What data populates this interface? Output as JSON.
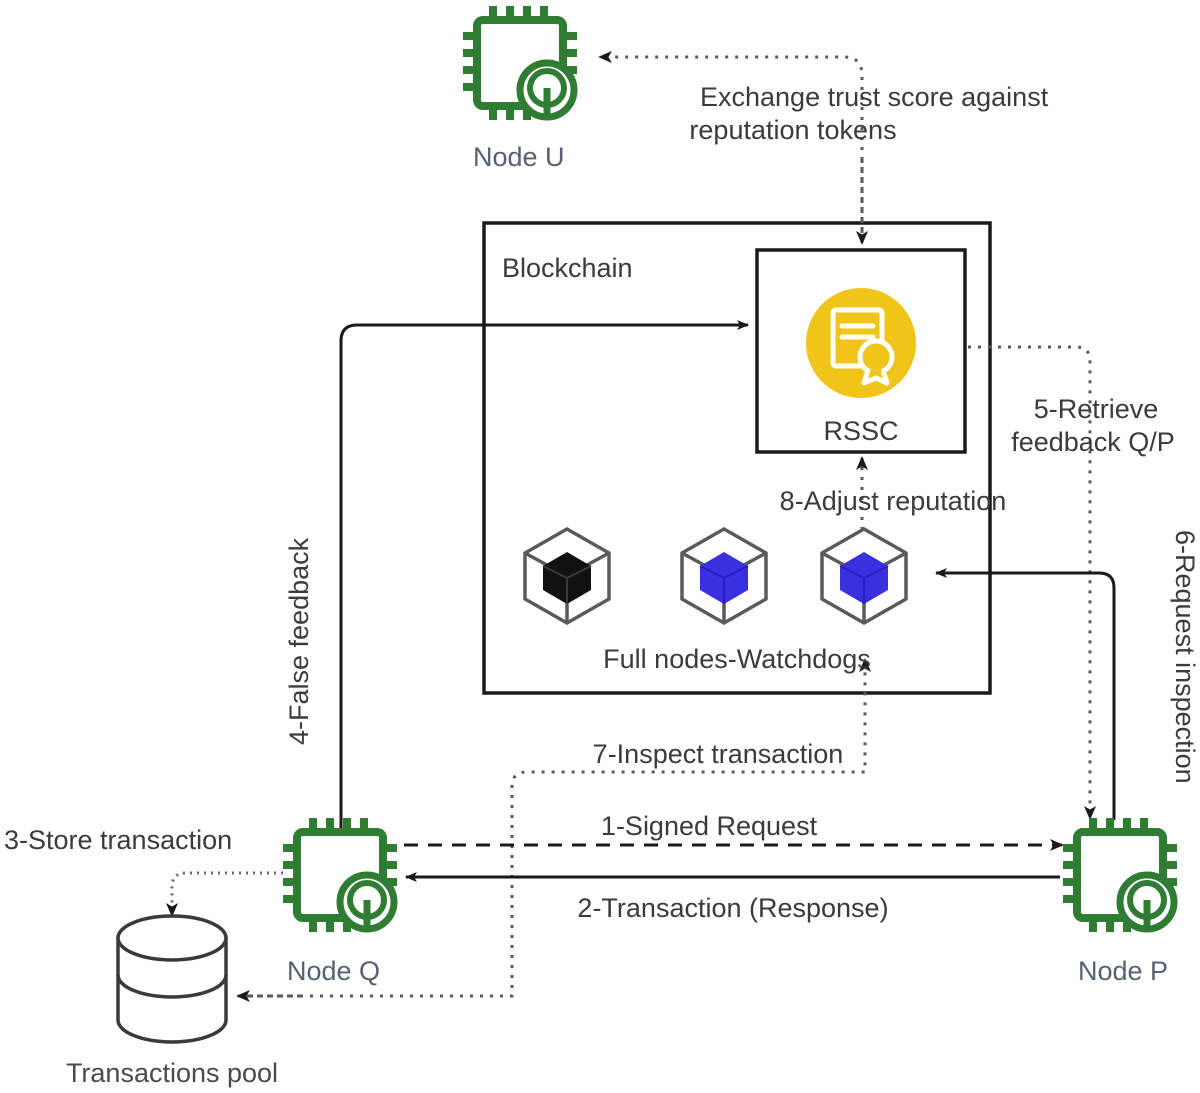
{
  "diagram": {
    "title": "Blockchain reputation system interaction diagram",
    "colors": {
      "node_green": "#2e7d32",
      "rssc_yellow": "#f0c419",
      "cube_blue": "#3b30e0",
      "cube_black": "#111111",
      "line_black": "#1a1a1a",
      "label_gray": "#3b3b3b",
      "node_label": "#556070"
    },
    "nodes": {
      "node_u": "Node U",
      "node_q": "Node Q",
      "node_p": "Node P",
      "rssc": "RSSC",
      "blockchain": "Blockchain",
      "watchdogs": "Full nodes-Watchdogs",
      "transactions_pool": "Transactions pool"
    },
    "edge_labels": {
      "exchange_line1": "Exchange trust score against",
      "exchange_line2": "reputation tokens",
      "step1": "1-Signed Request",
      "step2": "2-Transaction (Response)",
      "step3": "3-Store transaction",
      "step4": "4-False feedback",
      "step5_line1": "5-Retrieve",
      "step5_line2": "feedback Q/P",
      "step6": "6-Request inspection",
      "step7": "7-Inspect transaction",
      "step8": "8-Adjust reputation"
    },
    "icons": {
      "node_chip": "cpu-chip-icon",
      "rssc_certificate": "certificate-seal-icon",
      "watchdog_cube": "cube-icon",
      "pool_cylinder": "database-cylinder-icon"
    }
  }
}
